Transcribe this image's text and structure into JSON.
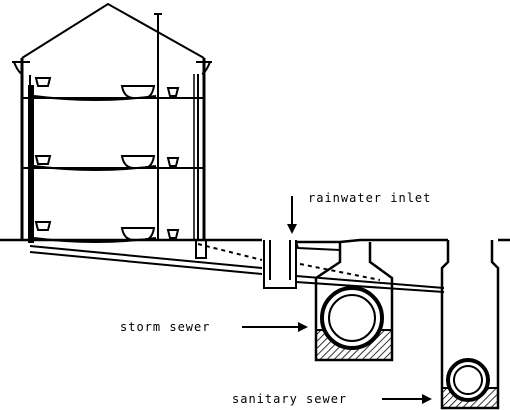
{
  "labels": {
    "rainwater_inlet": "rainwater inlet",
    "storm_sewer": "storm sewer",
    "sanitary_sewer": "sanitary sewer"
  },
  "colors": {
    "ink": "#000000",
    "background": "#ffffff"
  }
}
